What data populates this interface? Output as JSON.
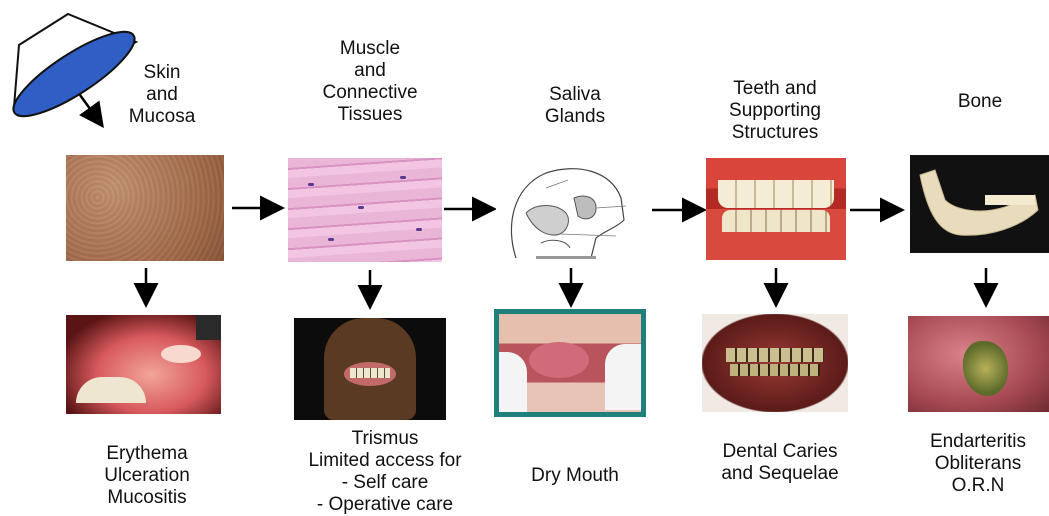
{
  "diagram": {
    "columns": [
      {
        "id": "skin",
        "title": "Skin\nand\nMucosa",
        "top_image": "skin-texture-photo",
        "bottom_image": "oral-mucositis-photo",
        "effect": "Erythema\nUlceration\nMucositis"
      },
      {
        "id": "muscle",
        "title": "Muscle\nand\nConnective\nTissues",
        "top_image": "muscle-histology-photo",
        "bottom_image": "trismus-patient-photo",
        "effect": "Trismus\nLimited access for\n- Self care\n- Operative care"
      },
      {
        "id": "saliva",
        "title": "Saliva\nGlands",
        "top_image": "salivary-glands-sketch",
        "bottom_image": "dry-mouth-photo",
        "effect": "Dry Mouth"
      },
      {
        "id": "teeth",
        "title": "Teeth and\nSupporting\nStructures",
        "top_image": "healthy-teeth-photo",
        "bottom_image": "dental-caries-photo",
        "effect": "Dental Caries\nand Sequelae"
      },
      {
        "id": "bone",
        "title": "Bone",
        "top_image": "mandible-bone-photo",
        "bottom_image": "osteoradionecrosis-photo",
        "effect": "Endarteritis\nObliterans\nO.R.N"
      }
    ],
    "source_icon": "radiation-beam-cone-icon",
    "colors": {
      "beam": "#2f5fc4",
      "arrow": "#000000",
      "dry_mouth_frame": "#1f7f7a"
    }
  }
}
